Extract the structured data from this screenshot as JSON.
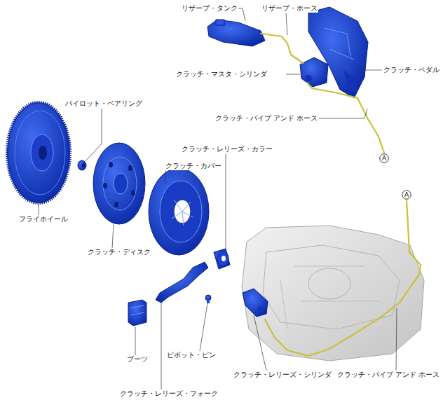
{
  "diagram": {
    "nodes": [
      {
        "text": [
          "A"
        ]
      },
      {
        "text": [
          "A"
        ]
      }
    ],
    "labels": [
      "リザーブ・タンク",
      "リザーブ・ホース",
      "クラッチ・マスタ・シリンダ",
      "クラッチ・ペダル",
      "クラッチ・パイプ アンド ホース",
      "パイロット・ベアリング",
      "クラッチ・レリーズ・カラー",
      "クラッチ・カバー",
      "フライホイール",
      "クラッチ・ディスク",
      "ブーツ",
      "ピボット・ピン",
      "クラッチ・レリーズ・シリンダ",
      "クラッチ・パイプ アンド ホース",
      "クラッチ・レリーズ・フォーク"
    ]
  }
}
